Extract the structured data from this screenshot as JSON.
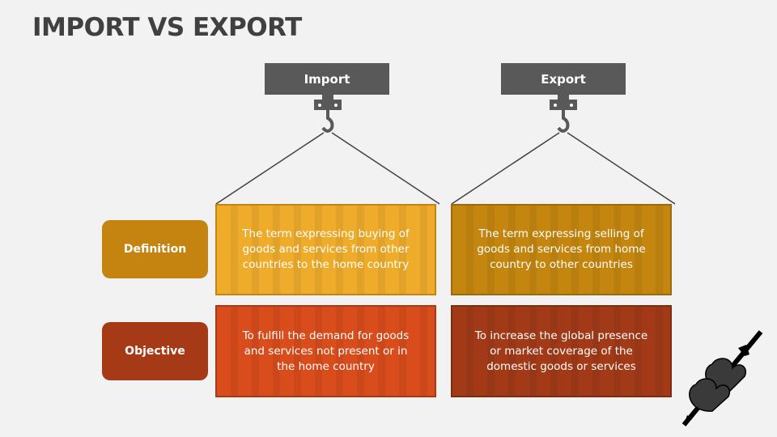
{
  "title": "IMPORT VS EXPORT",
  "columns": [
    {
      "label": "Import"
    },
    {
      "label": "Export"
    }
  ],
  "rows": [
    {
      "label": "Definition"
    },
    {
      "label": "Objective"
    }
  ],
  "cells": {
    "import_definition": "The term expressing buying of goods and services from other countries to the home country",
    "export_definition": "The term expressing selling of goods and services from home country to other countries",
    "import_objective": "To fulfill the demand for goods and services not present or in the home country",
    "export_objective": "To increase the global presence or market coverage of the domestic goods or services"
  },
  "colors": {
    "definition": "#C4840F",
    "objective": "#A63A16",
    "import_def": "#EEAC2A",
    "export_def": "#C4860F",
    "import_obj": "#D94C1C",
    "export_obj": "#A23A18",
    "crane": "#595959"
  }
}
